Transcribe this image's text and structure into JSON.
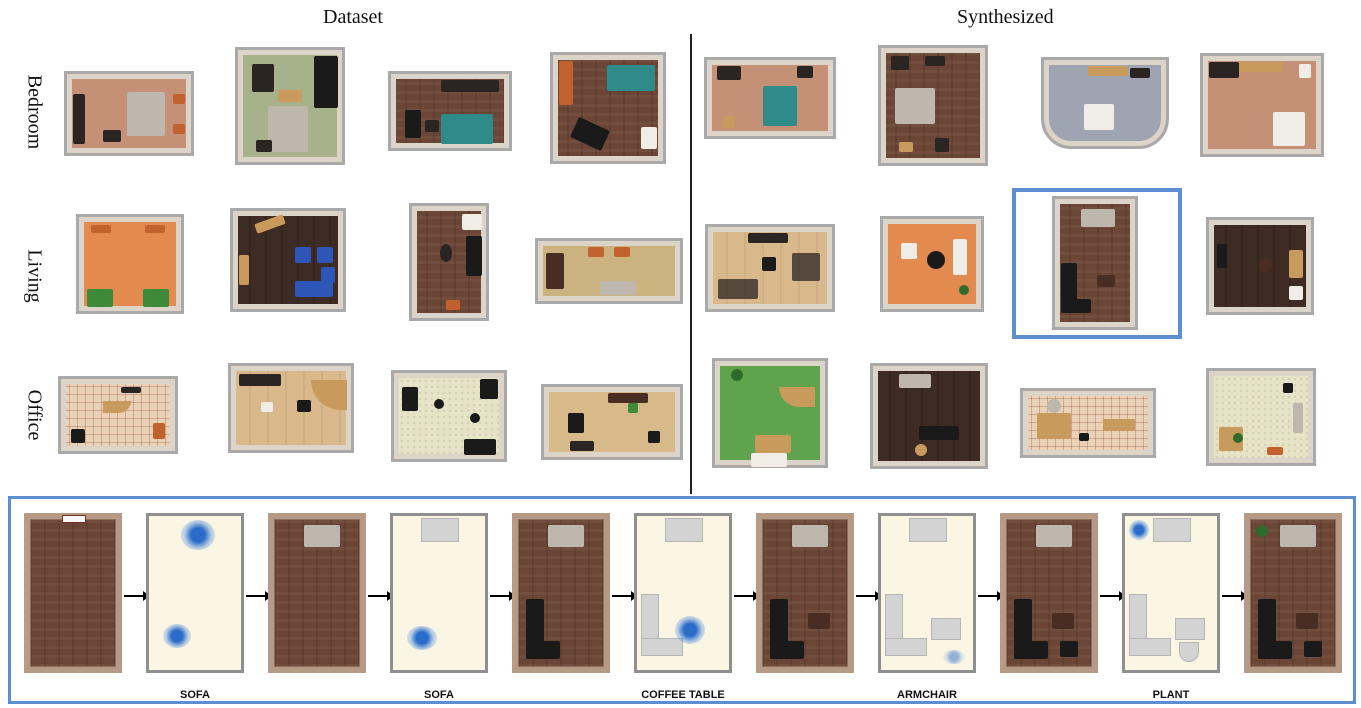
{
  "headings": {
    "left": "Dataset",
    "right": "Synthesized"
  },
  "row_labels": [
    "Bedroom",
    "Living",
    "Office"
  ],
  "sequence_labels": [
    "SOFA",
    "SOFA",
    "COFFEE TABLE",
    "ARMCHAIR",
    "PLANT"
  ],
  "colors": {
    "highlight": "#5b8fd0",
    "heatmap": "#1e64c8"
  }
}
